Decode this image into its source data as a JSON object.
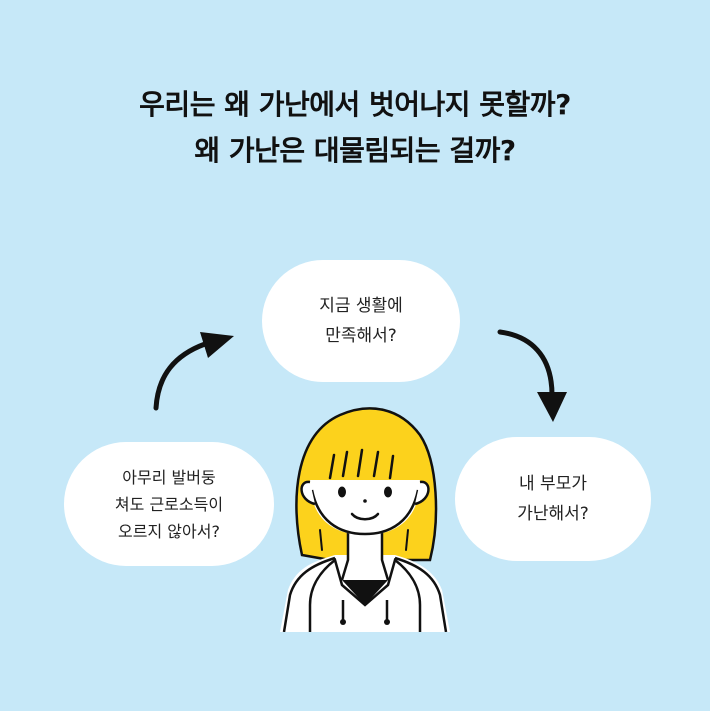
{
  "title": {
    "line1": "우리는 왜 가난에서 벗어나지 못할까?",
    "line2": "왜 가난은 대물림되는 걸까?"
  },
  "bubbles": {
    "top": {
      "lines": [
        "지금 생활에",
        "만족해서?"
      ]
    },
    "left": {
      "lines": [
        "아무리 발버둥",
        "쳐도 근로소득이",
        "오르지 않아서?"
      ]
    },
    "right": {
      "lines": [
        "내 부모가",
        "가난해서?"
      ]
    }
  },
  "icons": {
    "arrow_left": "curved-arrow-up-right-icon",
    "arrow_right": "curved-arrow-down-icon",
    "character": "girl-yellow-hair-hoodie-illustration"
  },
  "colors": {
    "background": "#c6e8f8",
    "bubble": "#ffffff",
    "hair": "#fcd21c",
    "ink": "#111111"
  }
}
